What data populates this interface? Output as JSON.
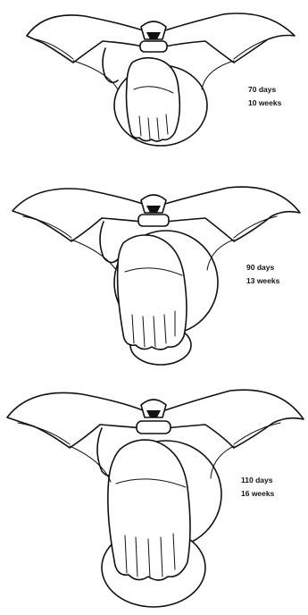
{
  "panels": [
    {
      "days": "70 days",
      "weeks": "10 weeks"
    },
    {
      "days": "90 days",
      "weeks": "13 weeks"
    },
    {
      "days": "110 days",
      "weeks": "16 weeks"
    }
  ]
}
